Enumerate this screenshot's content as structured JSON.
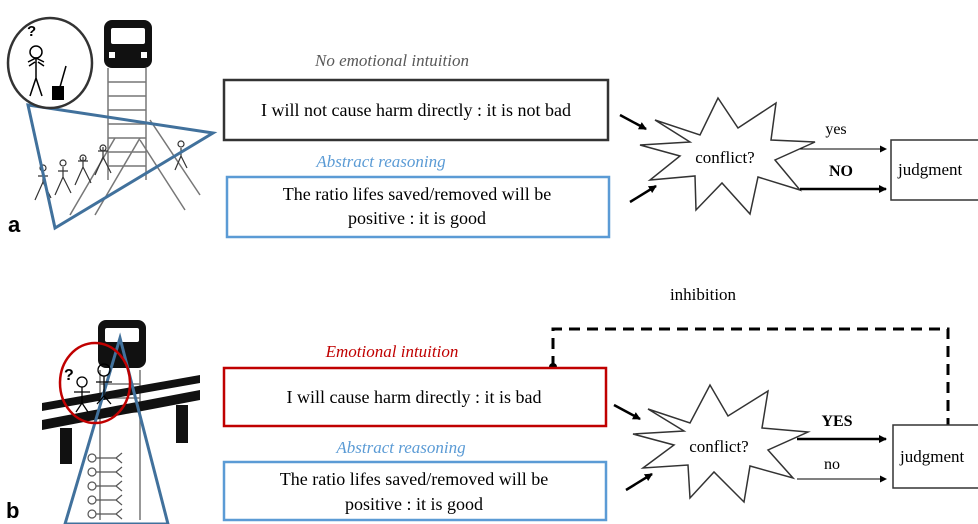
{
  "panel_a": {
    "label": "a",
    "intuition_title": "No emotional intuition",
    "intuition_text": "I will not cause harm directly : it is not bad",
    "reasoning_title": "Abstract reasoning",
    "reasoning_text_line1": "The ratio lifes saved/removed will be",
    "reasoning_text_line2": "positive : it is good",
    "conflict_label": "conflict?",
    "yes_label": "yes",
    "no_label": "NO",
    "judgment_label": "judgment",
    "figure_question_mark": "?"
  },
  "panel_b": {
    "label": "b",
    "inhibition_label": "inhibition",
    "intuition_title": "Emotional intuition",
    "intuition_text": "I will cause harm directly : it is bad",
    "reasoning_title": "Abstract reasoning",
    "reasoning_text_line1": "The ratio lifes saved/removed will be",
    "reasoning_text_line2": "positive : it is good",
    "conflict_label": "conflict?",
    "yes_label": "YES",
    "no_label": "no",
    "judgment_label": "judgment",
    "figure_question_mark": "?"
  },
  "colors": {
    "dark_box": "#333333",
    "blue": "#5b9bd5",
    "red": "#c00000",
    "triangle": "#41719c",
    "gray_text": "#595959",
    "black": "#000000"
  },
  "icons": [
    "train-icon",
    "track-icon",
    "person-icon",
    "lever-icon",
    "footbridge-icon",
    "conflict-burst-icon",
    "arrow-icon"
  ]
}
